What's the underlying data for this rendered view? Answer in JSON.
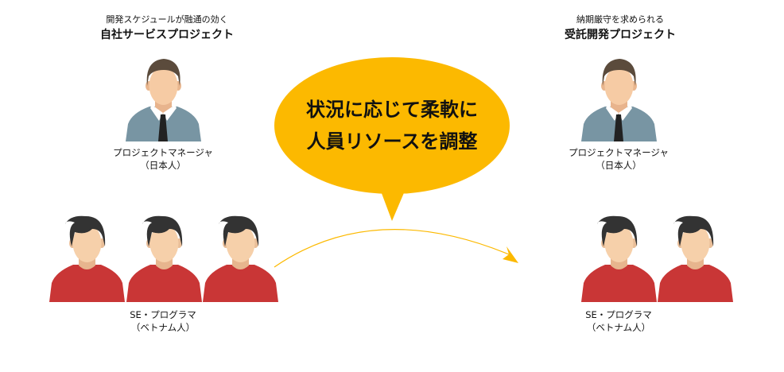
{
  "left_project": {
    "subtitle": "開発スケジュールが融通の効く",
    "title": "自社サービスプロジェクト",
    "manager_label": "プロジェクトマネージャ",
    "manager_nationality": "（日本人）",
    "team_label": "SE・プログラマ",
    "team_nationality": "（ベトナム人）"
  },
  "right_project": {
    "subtitle": "納期厳守を求められる",
    "title": "受託開発プロジェクト",
    "manager_label": "プロジェクトマネージャ",
    "manager_nationality": "（日本人）",
    "team_label": "SE・プログラマ",
    "team_nationality": "（ベトナム人）"
  },
  "bubble": {
    "line1": "状況に応じて柔軟に",
    "line2": "人員リソースを調整"
  },
  "colors": {
    "bubble": "#fcb900",
    "arrow": "#fcb900",
    "suit": "#7895a3",
    "shirt": "#c93636",
    "skin": "#f6cba4",
    "hair_manager": "#5b4b3c",
    "hair_programmer": "#333333"
  }
}
